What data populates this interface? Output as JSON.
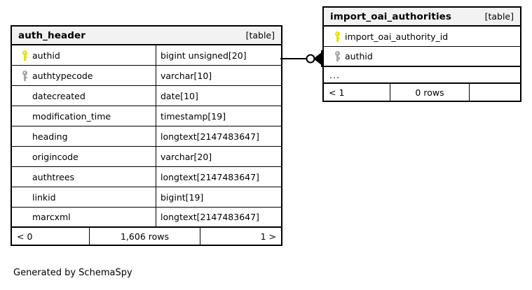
{
  "diagram": {
    "caption": "Generated by SchemaSpy",
    "colors": {
      "primary_key": "#e3e300",
      "index_key": "#a8a8a8",
      "header_band": "#f2f2f2",
      "border": "#000000",
      "background": "#ffffff"
    }
  },
  "tables": [
    {
      "name": "auth_header",
      "kind_label": "[table]",
      "columns": [
        {
          "key": "primary",
          "key_icon": "key-icon",
          "name": "authid",
          "type": "bigint unsigned[20]"
        },
        {
          "key": "index",
          "key_icon": "key-icon",
          "name": "authtypecode",
          "type": "varchar[10]"
        },
        {
          "key": "none",
          "key_icon": "",
          "name": "datecreated",
          "type": "date[10]"
        },
        {
          "key": "none",
          "key_icon": "",
          "name": "modification_time",
          "type": "timestamp[19]"
        },
        {
          "key": "none",
          "key_icon": "",
          "name": "heading",
          "type": "longtext[2147483647]"
        },
        {
          "key": "none",
          "key_icon": "",
          "name": "origincode",
          "type": "varchar[20]"
        },
        {
          "key": "none",
          "key_icon": "",
          "name": "authtrees",
          "type": "longtext[2147483647]"
        },
        {
          "key": "none",
          "key_icon": "",
          "name": "linkid",
          "type": "bigint[19]"
        },
        {
          "key": "none",
          "key_icon": "",
          "name": "marcxml",
          "type": "longtext[2147483647]"
        }
      ],
      "has_ellipsis_row": false,
      "footer": {
        "prev": "< 0",
        "count": "1,606 rows",
        "next": "1 >"
      }
    },
    {
      "name": "import_oai_authorities",
      "kind_label": "[table]",
      "columns": [
        {
          "key": "primary",
          "key_icon": "key-icon",
          "name": "import_oai_authority_id",
          "type": ""
        },
        {
          "key": "index",
          "key_icon": "key-icon",
          "name": "authid",
          "type": ""
        }
      ],
      "has_ellipsis_row": true,
      "ellipsis": "...",
      "footer": {
        "prev": "< 1",
        "count": "0 rows",
        "next": ""
      }
    }
  ],
  "relationship": {
    "from_table": "auth_header",
    "from_column": "authid",
    "to_table": "import_oai_authorities",
    "to_column": "authid",
    "from_cardinality": "zero-or-one",
    "to_cardinality": "many"
  }
}
